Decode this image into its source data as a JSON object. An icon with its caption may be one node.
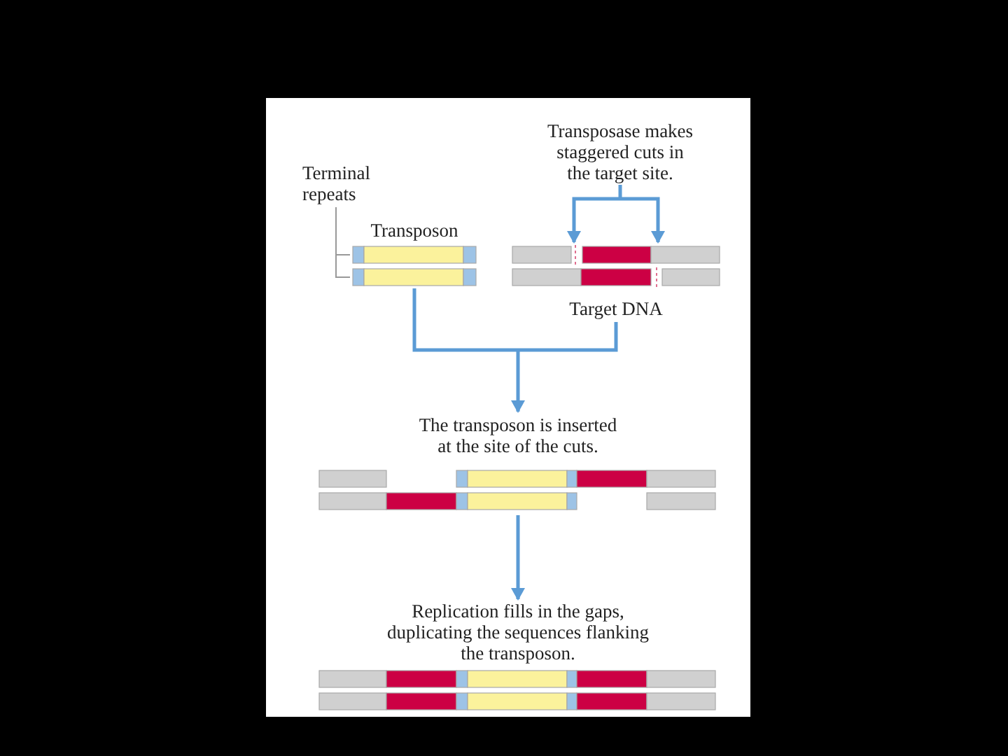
{
  "diagram": {
    "nodes": [
      {
        "text": [
          "Terminal repeats"
        ]
      },
      {
        "text": [
          "Transposon"
        ]
      },
      {
        "text": [
          "Transposase makes staggered cuts in the target site."
        ]
      },
      {
        "text": [
          "Target DNA"
        ]
      },
      {
        "text": [
          "The transposon is inserted at the site of the cuts."
        ]
      },
      {
        "text": [
          "Replication fills in the gaps, duplicating the sequences flanking the transposon."
        ]
      }
    ],
    "edges": [
      {
        "from": 0,
        "to": 1,
        "arrow": "none"
      },
      {
        "from": 2,
        "to": 3,
        "arrow": "to"
      },
      {
        "from": 1,
        "to": 4,
        "arrow": "to"
      },
      {
        "from": 3,
        "to": 4,
        "arrow": "to"
      },
      {
        "from": 4,
        "to": 5,
        "arrow": "to"
      }
    ]
  }
}
